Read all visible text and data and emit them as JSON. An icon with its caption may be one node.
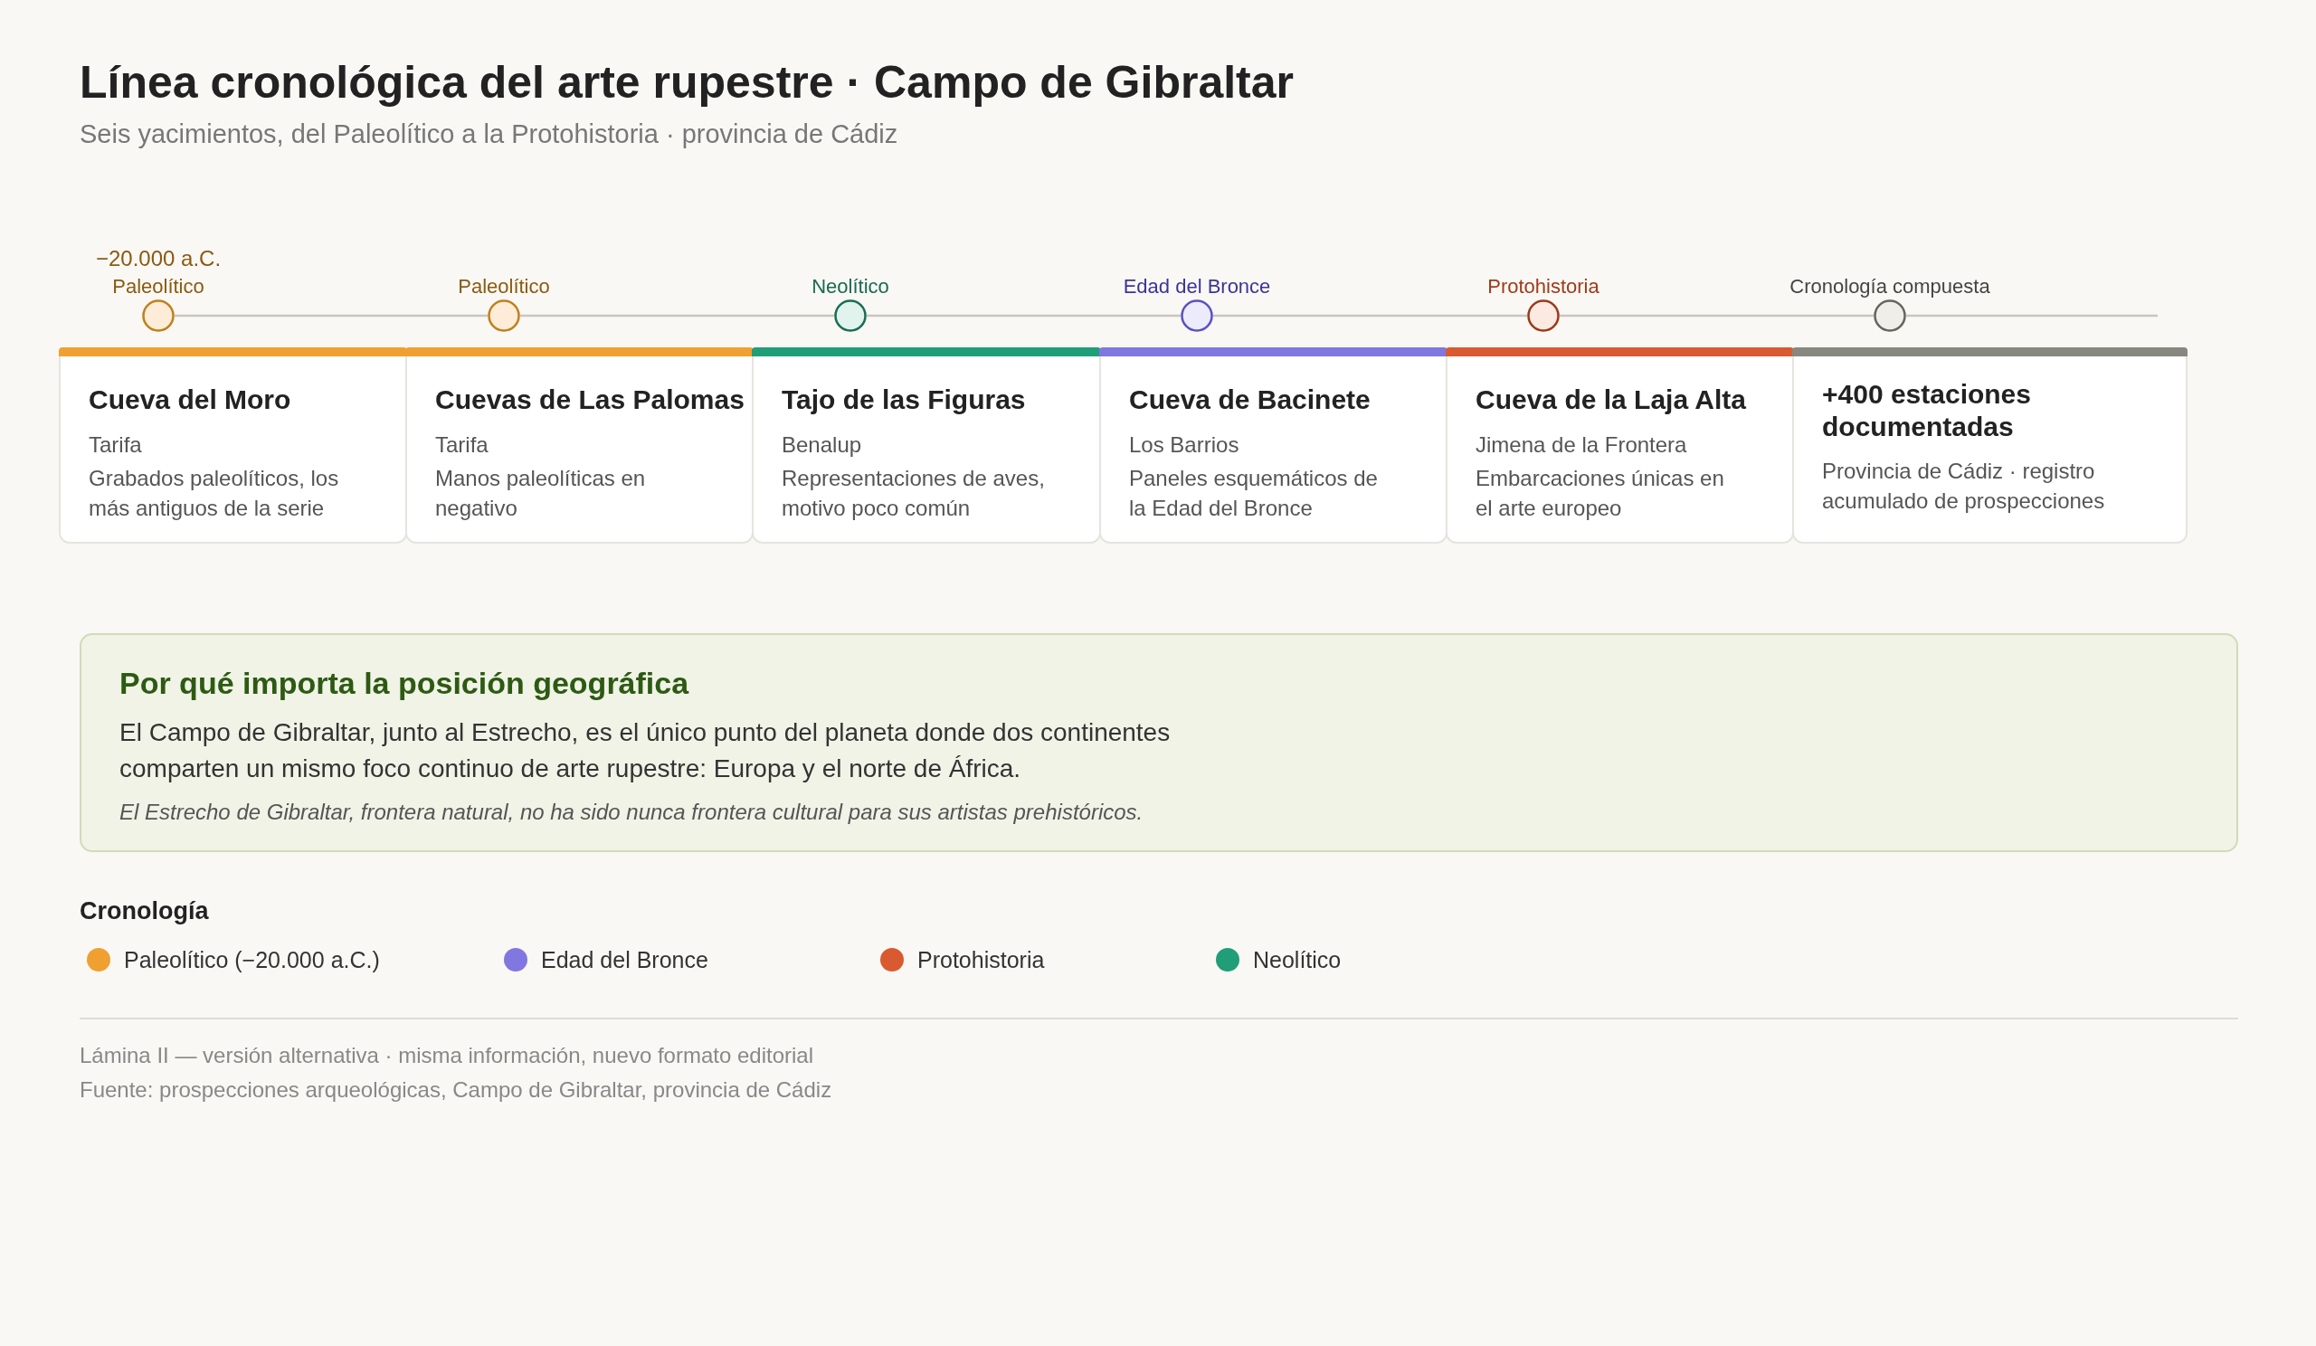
{
  "diagram": {
    "title": "Línea cronológica del arte rupestre · Campo de Gibraltar",
    "nodes": [
      {
        "text": [],
        "shape": "circle",
        "beside": [
          "−20.000 a.C.",
          "Paleolítico"
        ]
      },
      {
        "text": [],
        "shape": "circle",
        "beside": [
          "Paleolítico"
        ]
      },
      {
        "text": [],
        "shape": "circle",
        "beside": [
          "Neolítico"
        ]
      },
      {
        "text": [],
        "shape": "circle",
        "beside": [
          "Edad del Bronce"
        ]
      },
      {
        "text": [],
        "shape": "circle",
        "beside": [
          "Protohistoria"
        ]
      },
      {
        "text": [],
        "shape": "circle",
        "beside": [
          "Cronología compuesta"
        ]
      },
      {
        "text": [
          "Cueva del Moro",
          "Tarifa",
          "Grabados paleolíticos, los más antiguos de la serie"
        ]
      },
      {
        "text": [
          "Cuevas de Las Palomas",
          "Tarifa",
          "Manos paleolíticas en negativo"
        ]
      },
      {
        "text": [
          "Tajo de las Figuras",
          "Benalup",
          "Representaciones de aves, motivo poco común"
        ]
      },
      {
        "text": [
          "Cueva de Bacinete",
          "Los Barrios",
          "Paneles esquemáticos de la Edad del Bronce"
        ]
      },
      {
        "text": [
          "Cueva de la Laja Alta",
          "Jimena de la Frontera",
          "Embarcaciones únicas en el arte europeo"
        ]
      },
      {
        "text": [
          "+400 estaciones documentadas",
          "Provincia de Cádiz · registro acumulado de prospecciones"
        ]
      },
      {
        "text": [
          "Por qué importa la posición geográfica",
          "El Campo de Gibraltar, junto al Estrecho, es el único punto del planeta donde dos continentes comparten un mismo foco continuo de arte rupestre: Europa y el norte de África.",
          "El Estrecho de Gibraltar, frontera natural, no ha sido nunca frontera cultural para sus artistas prehistóricos."
        ]
      }
    ],
    "edges": [
      {
        "from": 0,
        "to": 1,
        "arrow": "none"
      },
      {
        "from": 1,
        "to": 2,
        "arrow": "none"
      },
      {
        "from": 2,
        "to": 3,
        "arrow": "none"
      },
      {
        "from": 3,
        "to": 4,
        "arrow": "none"
      },
      {
        "from": 4,
        "to": 5,
        "arrow": "none"
      },
      {
        "from": 5,
        "to": null,
        "arrow": "none"
      }
    ],
    "labels": [
      "Seis yacimientos, del Paleolítico a la Protohistoria · provincia de Cádiz",
      "Cronología",
      "Lámina II — versión alternativa · misma información, nuevo formato editorial",
      "Fuente: prospecciones arqueológicas, Campo de Gibraltar, provincia de Cádiz"
    ],
    "legend": [
      {
        "text": "Paleolítico (−20.000 a.C.)",
        "color": "#f0a030"
      },
      {
        "text": "Edad del Bronce",
        "color": "#8078e0"
      },
      {
        "text": "Protohistoria",
        "color": "#d95a30"
      },
      {
        "text": "Neolítico",
        "color": "#1f9e78"
      }
    ]
  }
}
